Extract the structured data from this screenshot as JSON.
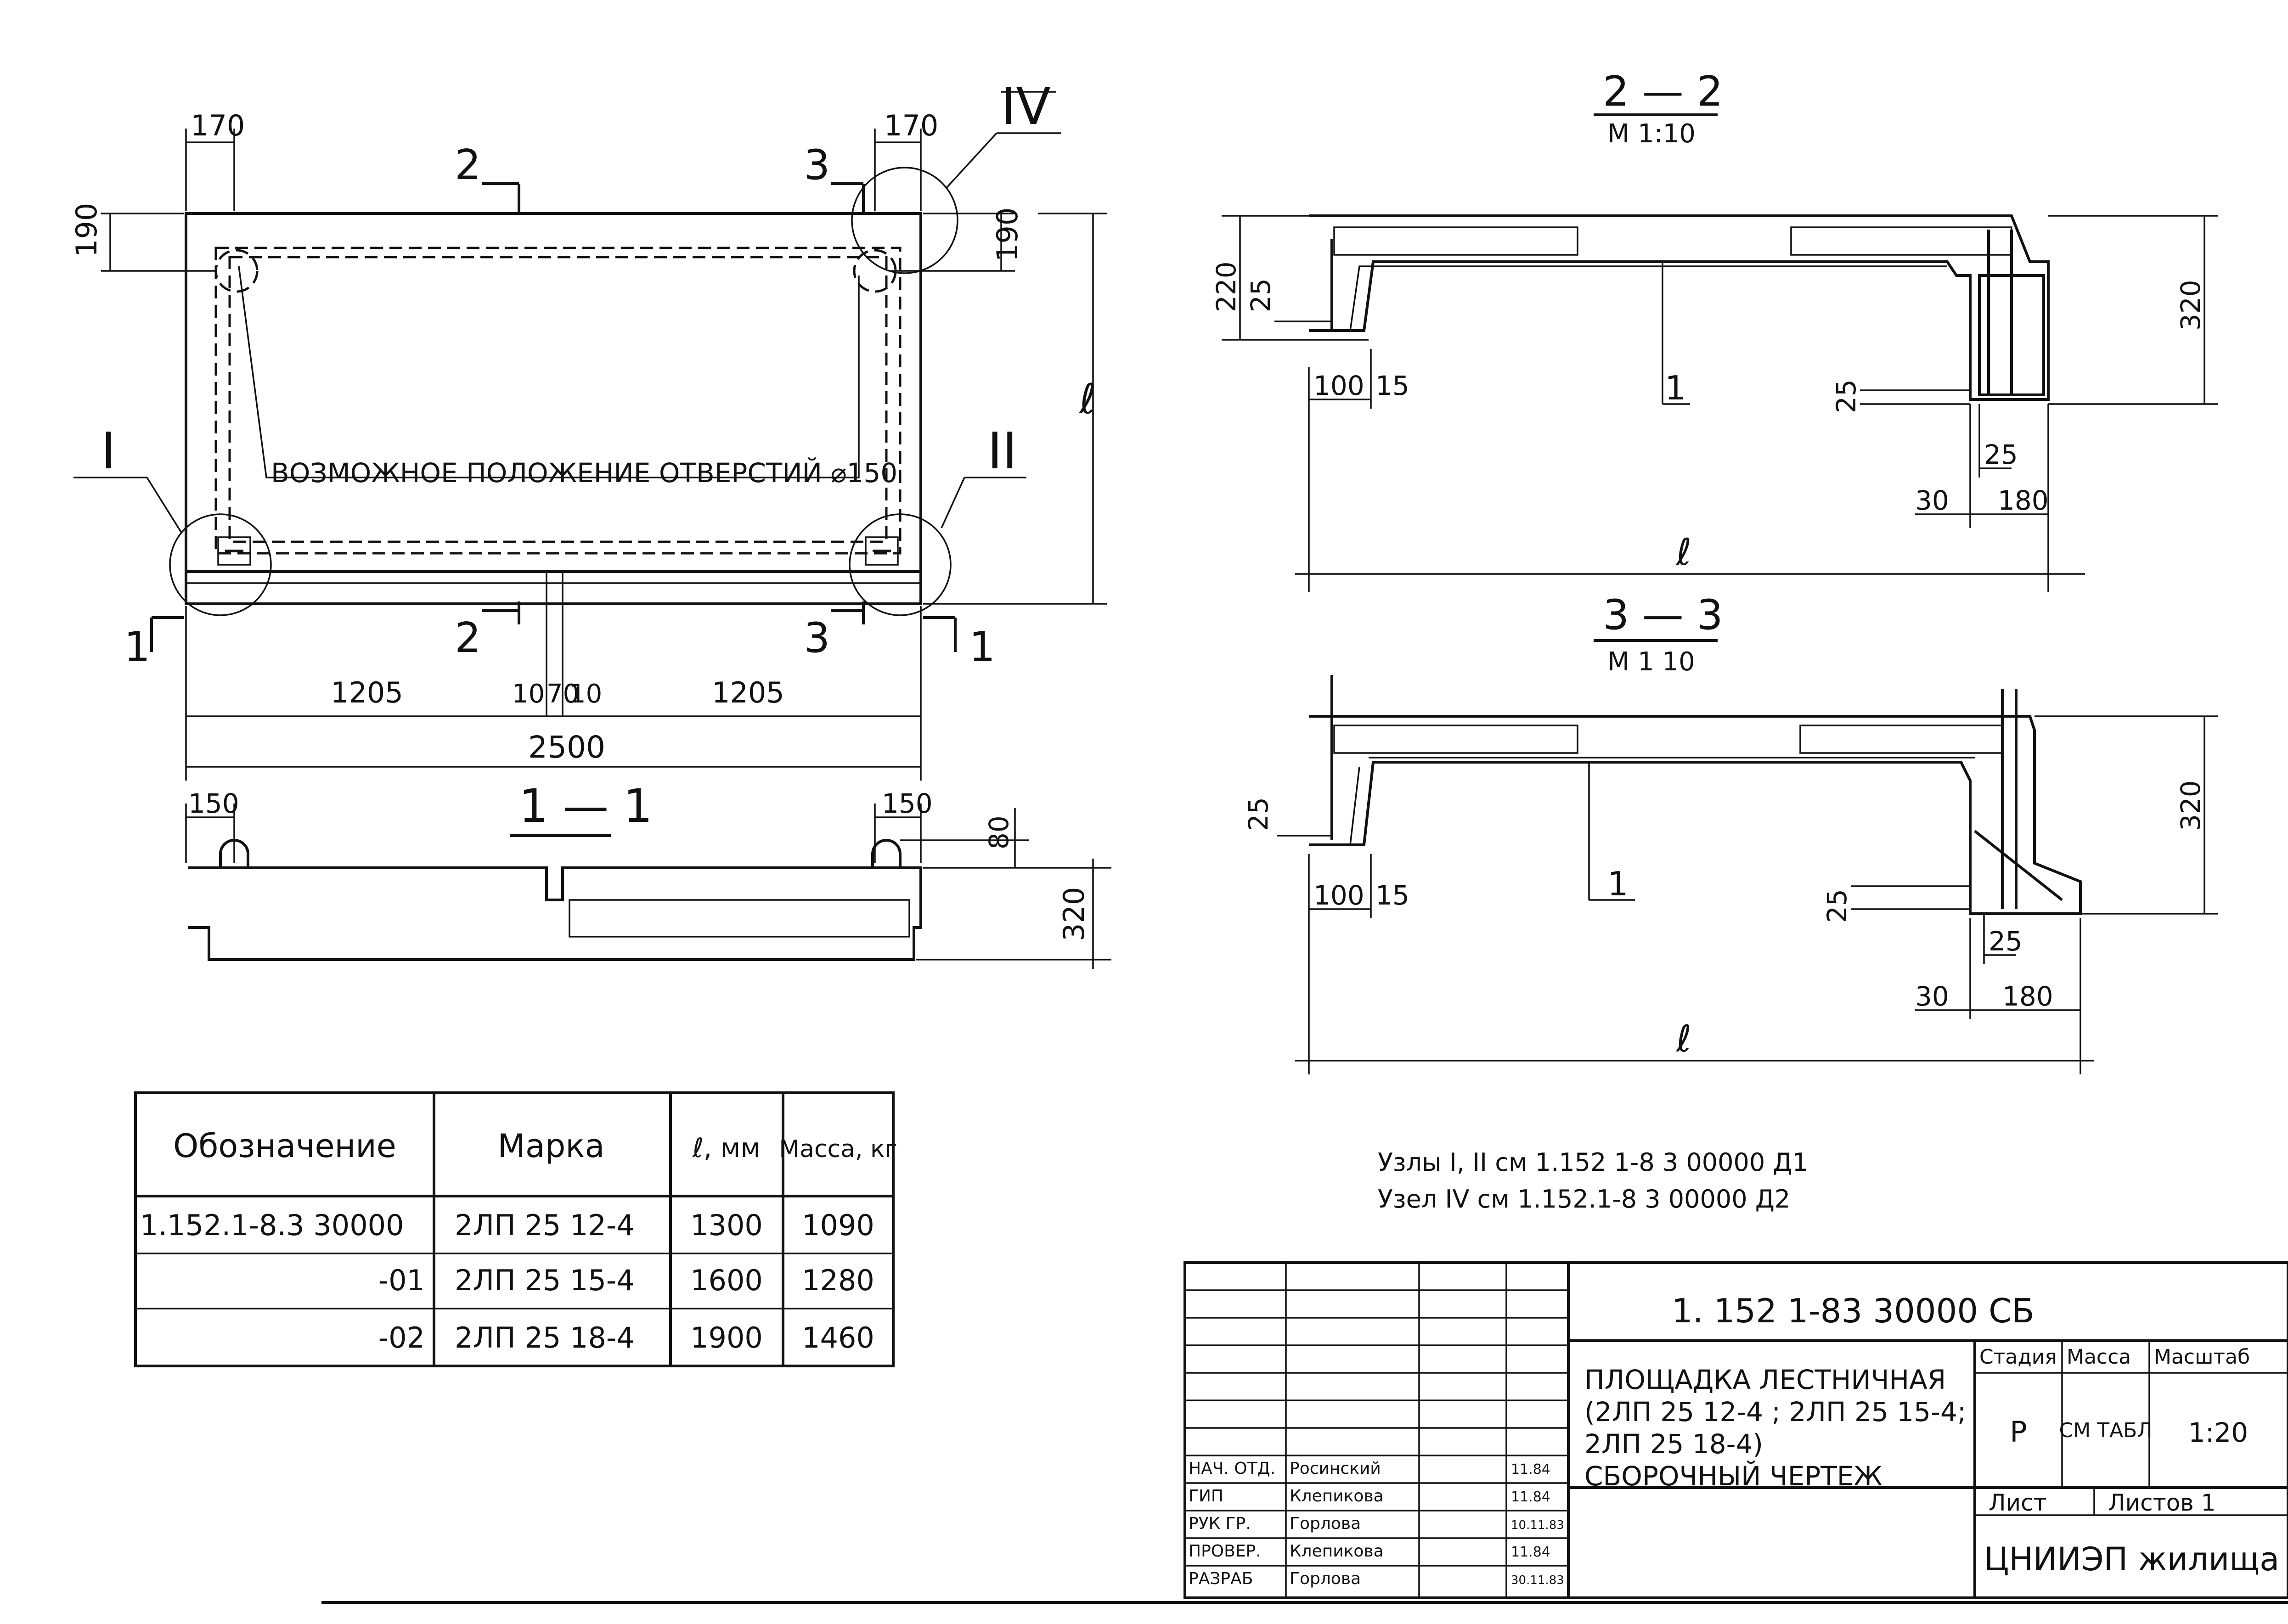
{
  "plan": {
    "callouts": {
      "I": "I",
      "II": "II",
      "IV": "IV"
    },
    "section_marks": {
      "s2": "2",
      "s3": "3",
      "s1": "1"
    },
    "hole_note": "ВОЗМОЖНОЕ ПОЛОЖЕНИЕ ОТВЕРСТИЙ ⌀150",
    "dims": {
      "top_left": "170",
      "top_right": "170",
      "left_side": "190",
      "right_side": "190",
      "length": "ℓ",
      "bottom_a": "1205",
      "bottom_b": "10",
      "bottom_c": "70",
      "bottom_d": "10",
      "bottom_e": "1205",
      "total": "2500"
    }
  },
  "section_1_1": {
    "title": "1 — 1",
    "dims": {
      "left": "150",
      "right": "150",
      "h1": "80",
      "h2": "320"
    }
  },
  "section_2_2": {
    "title": "2 — 2",
    "scale": "М 1:10",
    "dims": {
      "a": "220",
      "b": "25",
      "c": "100",
      "d": "15",
      "e": "25",
      "f": "25",
      "g": "30",
      "h": "180",
      "height": "320",
      "length": "ℓ"
    },
    "pos": "1"
  },
  "section_3_3": {
    "title": "3 — 3",
    "scale": "М 1 10",
    "dims": {
      "a": "25",
      "c": "100",
      "d": "15",
      "e": "25",
      "f": "25",
      "g": "30",
      "h": "180",
      "height": "320",
      "length": "ℓ"
    },
    "pos": "1"
  },
  "notes": {
    "line1": "Узлы I, II см 1.152 1-8 3 00000 Д1",
    "line2": "Узел IV см 1.152.1-8 3 00000 Д2"
  },
  "spec_table": {
    "headers": [
      "Обозначение",
      "Марка",
      "ℓ, мм",
      "Масса, кг"
    ],
    "rows": [
      [
        "1.152.1-8.3 30000",
        "2ЛП 25 12-4",
        "1300",
        "1090"
      ],
      [
        "-01",
        "2ЛП 25 15-4",
        "1600",
        "1280"
      ],
      [
        "-02",
        "2ЛП 25 18-4",
        "1900",
        "1460"
      ]
    ]
  },
  "title_block": {
    "doc_code": "1. 152 1-83  30000 СБ",
    "title_l1": "ПЛОЩАДКА ЛЕСТНИЧНАЯ",
    "title_l2": "(2ЛП 25 12-4 ; 2ЛП 25 15-4;",
    "title_l3": "2ЛП 25 18-4)",
    "title_l4": "СБОРОЧНЫЙ ЧЕРТЕЖ",
    "stage_label": "Стадия",
    "mass_label": "Масса",
    "scale_label": "Масштаб",
    "stage": "Р",
    "mass": "СМ ТАБЛ",
    "scale": "1:20",
    "sheet_label": "Лист",
    "sheets_label": "Листов 1",
    "org": "ЦНИИЭП жилища",
    "people": [
      {
        "role": "НАЧ. ОТД.",
        "name": "Росинский",
        "date": "11.84"
      },
      {
        "role": "ГИП",
        "name": "Клепикова",
        "date": "11.84"
      },
      {
        "role": "РУК ГР.",
        "name": "Горлова",
        "date": "10.11.83"
      },
      {
        "role": "ПРОВЕР.",
        "name": "Клепикова",
        "date": "11.84"
      },
      {
        "role": "РАЗРАБ",
        "name": "Горлова",
        "date": "30.11.83"
      }
    ]
  }
}
